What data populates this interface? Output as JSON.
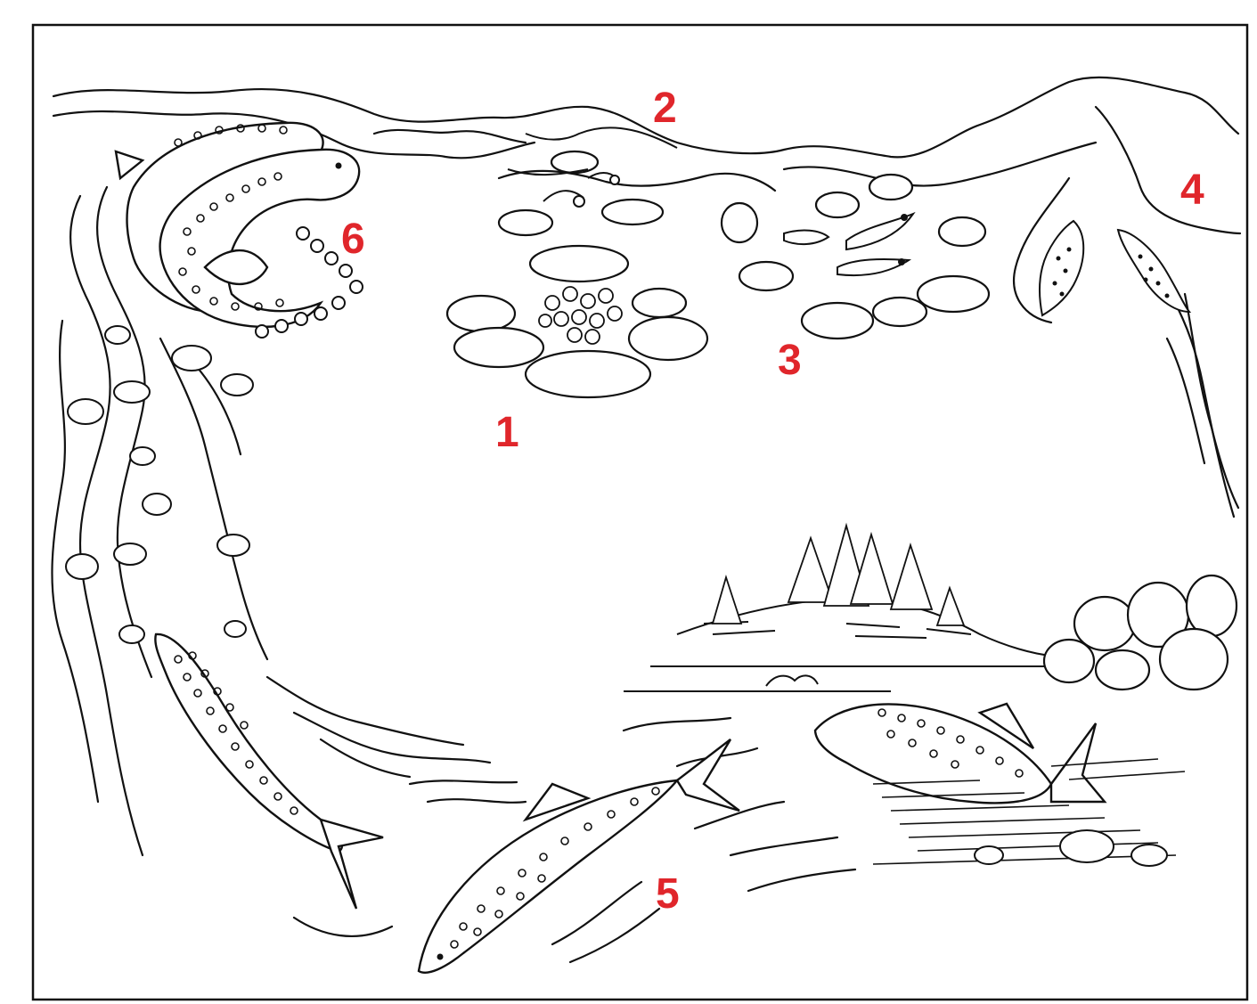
{
  "colors": {
    "ink": "#111111",
    "label": "#e0262b",
    "background": "#ffffff"
  },
  "labels": {
    "n1": "1",
    "n2": "2",
    "n3": "3",
    "n4": "4",
    "n5": "5",
    "n6": "6"
  }
}
